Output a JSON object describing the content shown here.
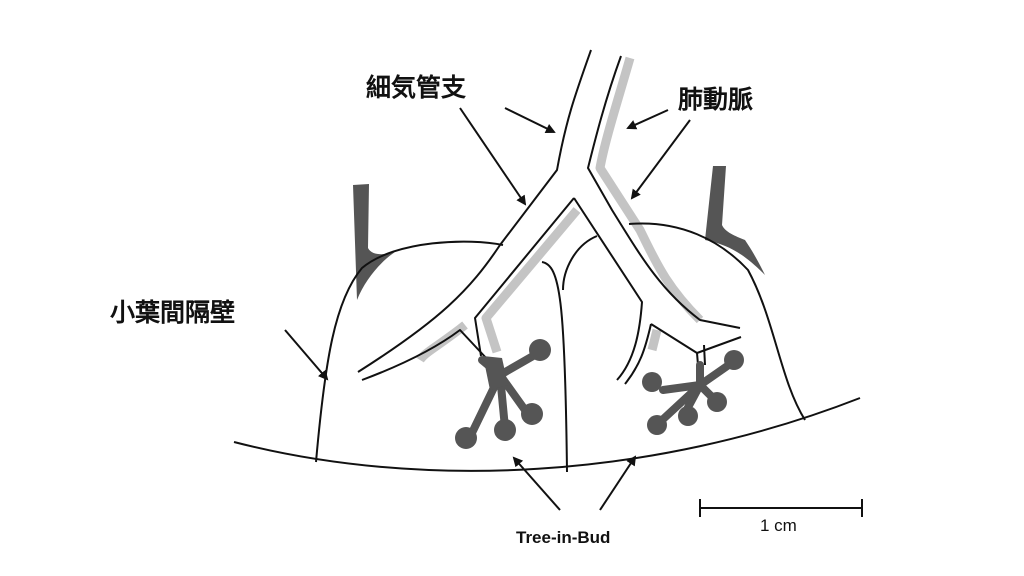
{
  "labels": {
    "bronchiole": "細気管支",
    "pulmonary_artery": "肺動脈",
    "interlobular_septum": "小葉間隔壁",
    "tree_in_bud": "Tree-in-Bud",
    "scale": "1 cm"
  },
  "colors": {
    "line": "#111111",
    "bud": "#555555",
    "artery_shade": "#c4c4c4"
  }
}
